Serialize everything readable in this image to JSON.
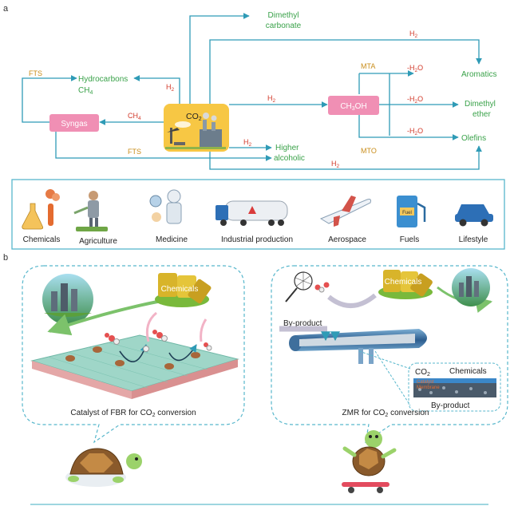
{
  "panel_a": {
    "label": "a",
    "center": {
      "label": "CO",
      "sub": "2"
    },
    "nodes": {
      "syngas": "Syngas",
      "methanol": {
        "pre": "CH",
        "sub": "3",
        "post": "OH"
      }
    },
    "products": {
      "dimethyl_carbonate_1": "Dimethyl",
      "dimethyl_carbonate_2": "carbonate",
      "hydrocarbons": "Hydrocarbons",
      "ch4_product": {
        "pre": "CH",
        "sub": "4"
      },
      "aromatics": "Aromatics",
      "dimethyl_ether_1": "Dimethyl",
      "dimethyl_ether_2": "ether",
      "olefins": "Olefins",
      "higher_alcoholic_1": "Higher",
      "higher_alcoholic_2": "alcoholic"
    },
    "process_labels": {
      "fts_top": "FTS",
      "fts_bottom": "FTS",
      "mta": "MTA",
      "mto": "MTO"
    },
    "reagent_labels": {
      "h2": {
        "pre": "H",
        "sub": "2"
      },
      "ch4": {
        "pre": "CH",
        "sub": "4"
      },
      "minus_h2o": {
        "pre": "-H",
        "sub": "2",
        "post": "O"
      }
    },
    "applications": [
      "Chemicals",
      "Agriculture",
      "Medicine",
      "Industrial production",
      "Aerospace",
      "Fuels",
      "Lifestyle"
    ]
  },
  "panel_b": {
    "label": "b",
    "left": {
      "chemicals": "Chemicals",
      "caption": {
        "pre": "Catalyst of FBR for CO",
        "sub": "2",
        "post": " conversion"
      }
    },
    "right": {
      "chemicals_top": "Chemicals",
      "by_product": "By-product",
      "inset_co2": {
        "pre": "CO",
        "sub": "2"
      },
      "inset_chemicals": "Chemicals",
      "inset_catalyst": "Catalyst",
      "inset_membrane": "Membrane",
      "inset_by_product": "By-product",
      "caption": {
        "pre": "ZMR for CO",
        "sub": "2",
        "post": " conversion"
      }
    }
  },
  "colors": {
    "flow": "#2f9bb6",
    "product_text": "#3aa24a",
    "process_text": "#c98d1a",
    "reagent_text": "#d23a2a",
    "node_fill": "#f08fb4",
    "center_fill": "#f7c744",
    "bubble_border": "#58b7cc"
  },
  "icons": [
    "co2-plant-icon",
    "flask-icon",
    "farmer-icon",
    "doctor-icon",
    "tanker-truck-icon",
    "airplane-icon",
    "fuel-pump-icon",
    "car-icon",
    "globe-city-icon",
    "barrels-icon",
    "catalyst-surface-icon",
    "membrane-tube-icon",
    "net-icon",
    "turtle-icon",
    "skateboard-turtle-icon"
  ]
}
